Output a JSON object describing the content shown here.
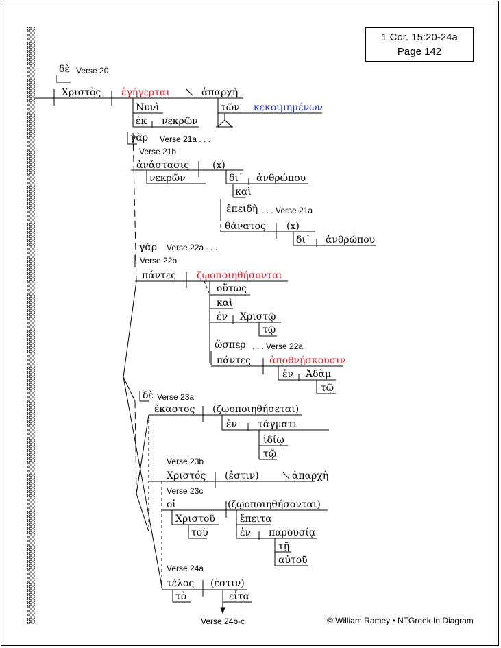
{
  "reference": {
    "line1": "1 Cor. 15:20-24a",
    "line2": "Page 142"
  },
  "copyright": "© William Ramey • NTGreek In Diagram",
  "words": {
    "de1": "δὲ",
    "christos": "Χριστὸς",
    "egegertai": "ἐγήγερται",
    "aparche": "ἀπαρχὴ",
    "nuni": "Νυνὶ",
    "ek": "ἐκ",
    "nekron1": "νεκρῶν",
    "ton": "τῶν",
    "kekoimemenon": "κεκοιμημένων",
    "gar1": "γὰρ",
    "anastasis": "ἀνάστασις",
    "x1": "(x)",
    "nekron2": "νεκρῶν",
    "di1": "δι᾽",
    "anthropou1": "ἀνθρώπου",
    "kai1": "καὶ",
    "epeide": "ἐπειδὴ",
    "thanatos": "θάνατος",
    "x2": "(x)",
    "di2": "δι᾽",
    "anthropou2": "ἀνθρώπου",
    "gar2": "γὰρ",
    "pantes1": "πάντες",
    "zoopoiethesontai": "ζῳοποιηθήσονται",
    "houtos": "οὕτως",
    "kai2": "καὶ",
    "en1": "ἐν",
    "christo": "Χριστῷ",
    "to1": "τῷ",
    "hosper": "ὥσπερ",
    "pantes2": "πάντες",
    "apothneskousin": "ἀποθνῄσκουσιν",
    "en2": "ἐν",
    "adam": "Ἀδὰμ",
    "to2": "τῷ",
    "de2": "δὲ",
    "hekastos": "ἕκαστος",
    "zoopoiethesetai": "(ζῳοποιηθήσεται)",
    "en3": "ἐν",
    "tagmati": "τάγματι",
    "idio": "ἰδίῳ",
    "to3": "τῷ",
    "christos2": "Χριστός",
    "estin1": "(ἐστιν)",
    "aparche2": "ἀπαρχὴ",
    "hoi": "οἱ",
    "christou": "Χριστοῦ",
    "tou": "τοῦ",
    "zoopoiethesontai2": "(ζῳοποιηθήσονται)",
    "epeita": "ἔπειτα",
    "en4": "ἐν",
    "parousia": "παρουσίᾳ",
    "te": "τῇ",
    "autou": "αὐτοῦ",
    "telos": "τέλος",
    "estin2": "(ἐστιν)",
    "to4": "τὸ",
    "eita": "εἶτα"
  },
  "verses": {
    "v20": "Verse 20",
    "v21a": "Verse 21a . . .",
    "v21b": "Verse 21b",
    "v21a_2": ". . . Verse 21a",
    "v22a": "Verse 22a . . .",
    "v22b": "Verse 22b",
    "v22a_2": ". . . Verse 22a",
    "v23a": "Verse 23a",
    "v23b": "Verse 23b",
    "v23c": "Verse 23c",
    "v24a": "Verse 24a",
    "v24bc": "Verse 24b-c"
  },
  "colors": {
    "verb": "#e8202a",
    "participle": "#2434c8",
    "line": "#000000"
  }
}
